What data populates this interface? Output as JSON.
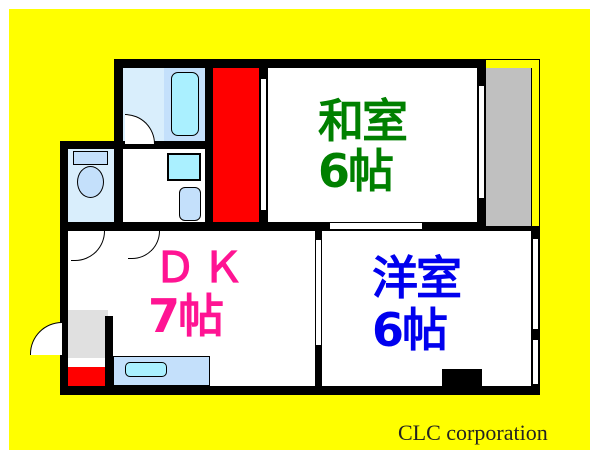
{
  "floorplan": {
    "rooms": [
      {
        "id": "washitsu",
        "name": "和室",
        "size": "6帖",
        "color": "#008000"
      },
      {
        "id": "yoshitsu",
        "name": "洋室",
        "size": "6帖",
        "color": "#0000ee"
      },
      {
        "id": "dk",
        "name": "ＤＫ",
        "size": "7帖",
        "color": "#ff1493"
      }
    ],
    "colors": {
      "background": "#ffff00",
      "wall": "#000000",
      "closet": "#ff0000",
      "wet_area": "#d9eefc",
      "fixture": "#aaf0ff",
      "balcony": "#c0c0c0"
    }
  },
  "credit": "CLC corporation"
}
